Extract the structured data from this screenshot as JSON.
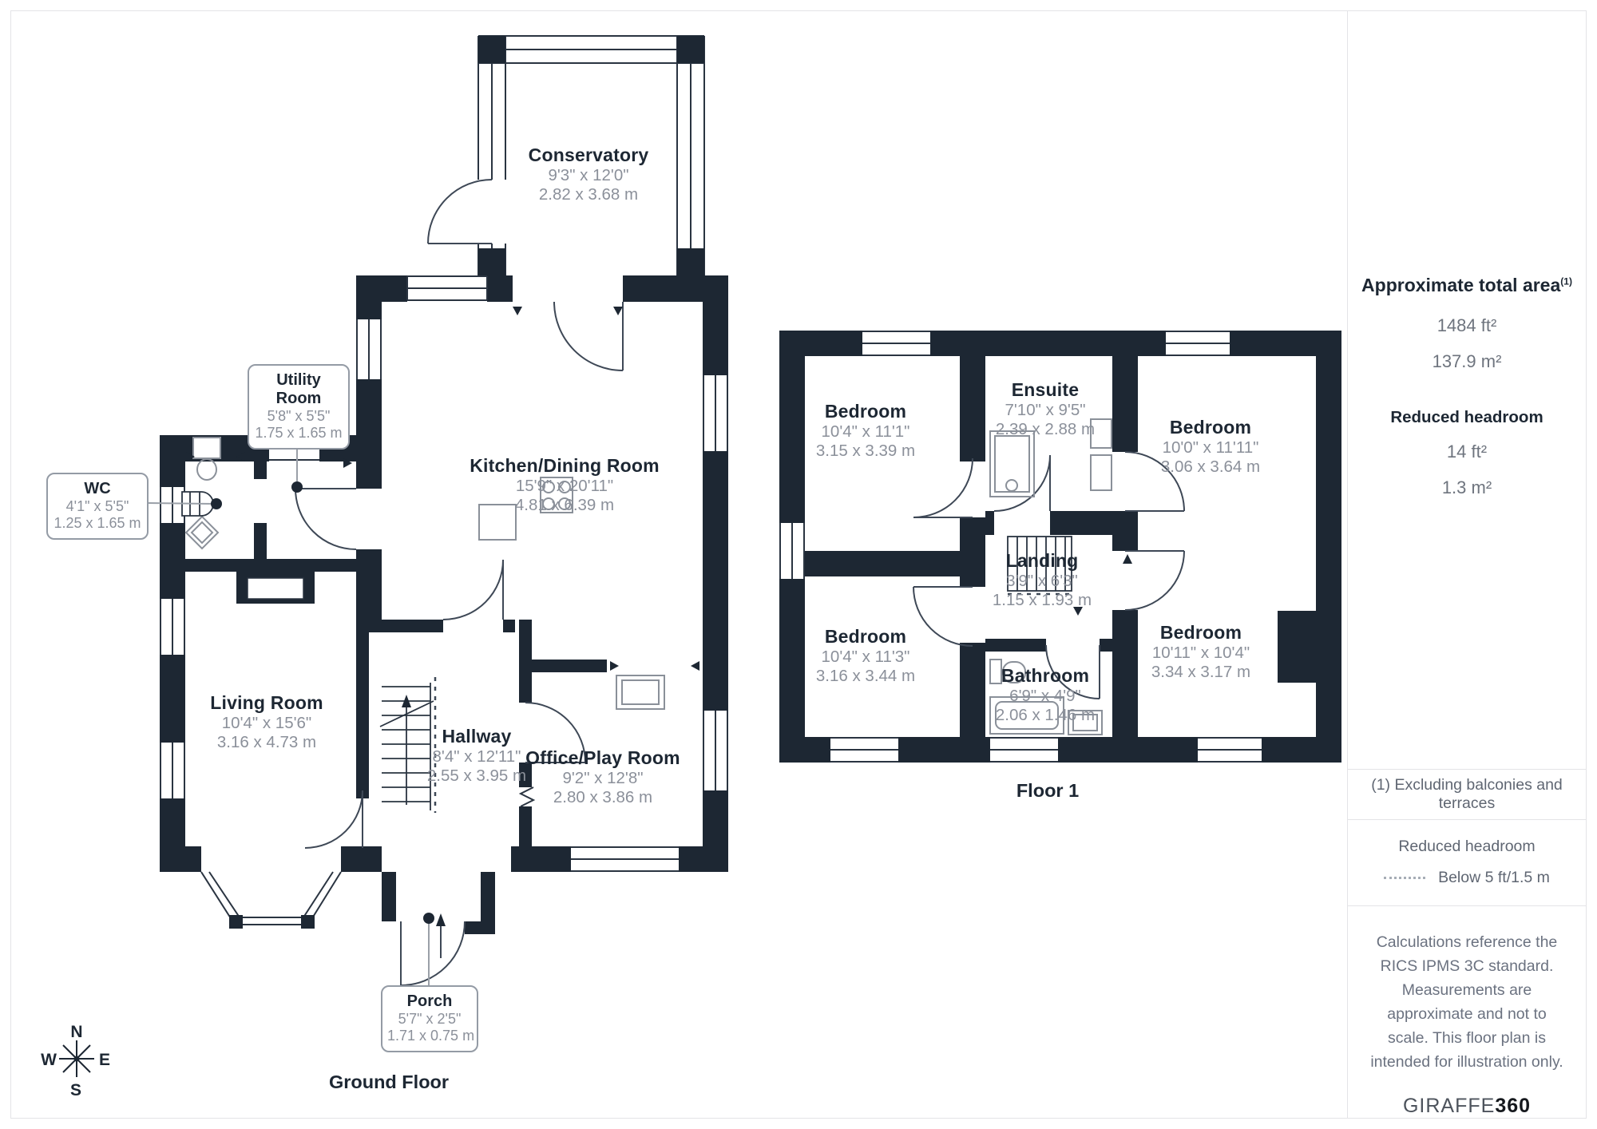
{
  "colors": {
    "wall": "#1d2733",
    "thin_line": "#2a3441",
    "dim_text": "#8b909a",
    "fixture": "#8a9099",
    "border": "#e4e4e7"
  },
  "ground_floor": {
    "label": "Ground Floor",
    "rooms": [
      {
        "name": "Conservatory",
        "imperial": "9'3\" x 12'0\"",
        "metric": "2.82 x 3.68 m"
      },
      {
        "name": "Kitchen/Dining Room",
        "imperial": "15'9\" x 20'11\"",
        "metric": "4.81 x 6.39 m"
      },
      {
        "name": "Living Room",
        "imperial": "10'4\" x 15'6\"",
        "metric": "3.16 x 4.73 m"
      },
      {
        "name": "Hallway",
        "imperial": "8'4\" x 12'11\"",
        "metric": "2.55 x 3.95 m"
      },
      {
        "name": "Office/Play Room",
        "imperial": "9'2\" x 12'8\"",
        "metric": "2.80 x 3.86 m"
      }
    ],
    "callouts": [
      {
        "name": "Utility Room",
        "imperial": "5'8\" x 5'5\"",
        "metric": "1.75 x 1.65 m"
      },
      {
        "name": "WC",
        "imperial": "4'1\" x 5'5\"",
        "metric": "1.25 x 1.65 m"
      },
      {
        "name": "Porch",
        "imperial": "5'7\" x 2'5\"",
        "metric": "1.71 x 0.75 m"
      }
    ]
  },
  "floor1": {
    "label": "Floor 1",
    "rooms": [
      {
        "name": "Bedroom",
        "imperial": "10'4\" x 11'1\"",
        "metric": "3.15 x 3.39 m"
      },
      {
        "name": "Ensuite",
        "imperial": "7'10\" x 9'5\"",
        "metric": "2.39 x 2.88 m"
      },
      {
        "name": "Bedroom",
        "imperial": "10'0\" x 11'11\"",
        "metric": "3.06 x 3.64 m"
      },
      {
        "name": "Landing",
        "imperial": "3'9\" x 6'3\"",
        "metric": "1.15 x 1.93 m"
      },
      {
        "name": "Bedroom",
        "imperial": "10'4\" x 11'3\"",
        "metric": "3.16 x 3.44 m"
      },
      {
        "name": "Bathroom",
        "imperial": "6'9\" x 4'9\"",
        "metric": "2.06 x 1.46 m"
      },
      {
        "name": "Bedroom",
        "imperial": "10'11\" x 10'4\"",
        "metric": "3.34 x 3.17 m"
      }
    ]
  },
  "compass": {
    "n": "N",
    "s": "S",
    "e": "E",
    "w": "W"
  },
  "sidebar": {
    "total_area_title": "Approximate total area",
    "total_area_footnote": "(1)",
    "total_area_ft": "1484 ft²",
    "total_area_m": "137.9 m²",
    "reduced_headroom_title": "Reduced headroom",
    "reduced_headroom_ft": "14 ft²",
    "reduced_headroom_m": "1.3 m²",
    "footnote": "(1) Excluding balconies and terraces",
    "legend_title": "Reduced headroom",
    "legend_label": "Below 5 ft/1.5 m",
    "disclaimer": "Calculations reference the RICS IPMS 3C standard. Measurements are approximate and not to scale. This floor plan is intended for illustration only.",
    "brand_name": "GIRAFFE",
    "brand_suffix": "360"
  }
}
